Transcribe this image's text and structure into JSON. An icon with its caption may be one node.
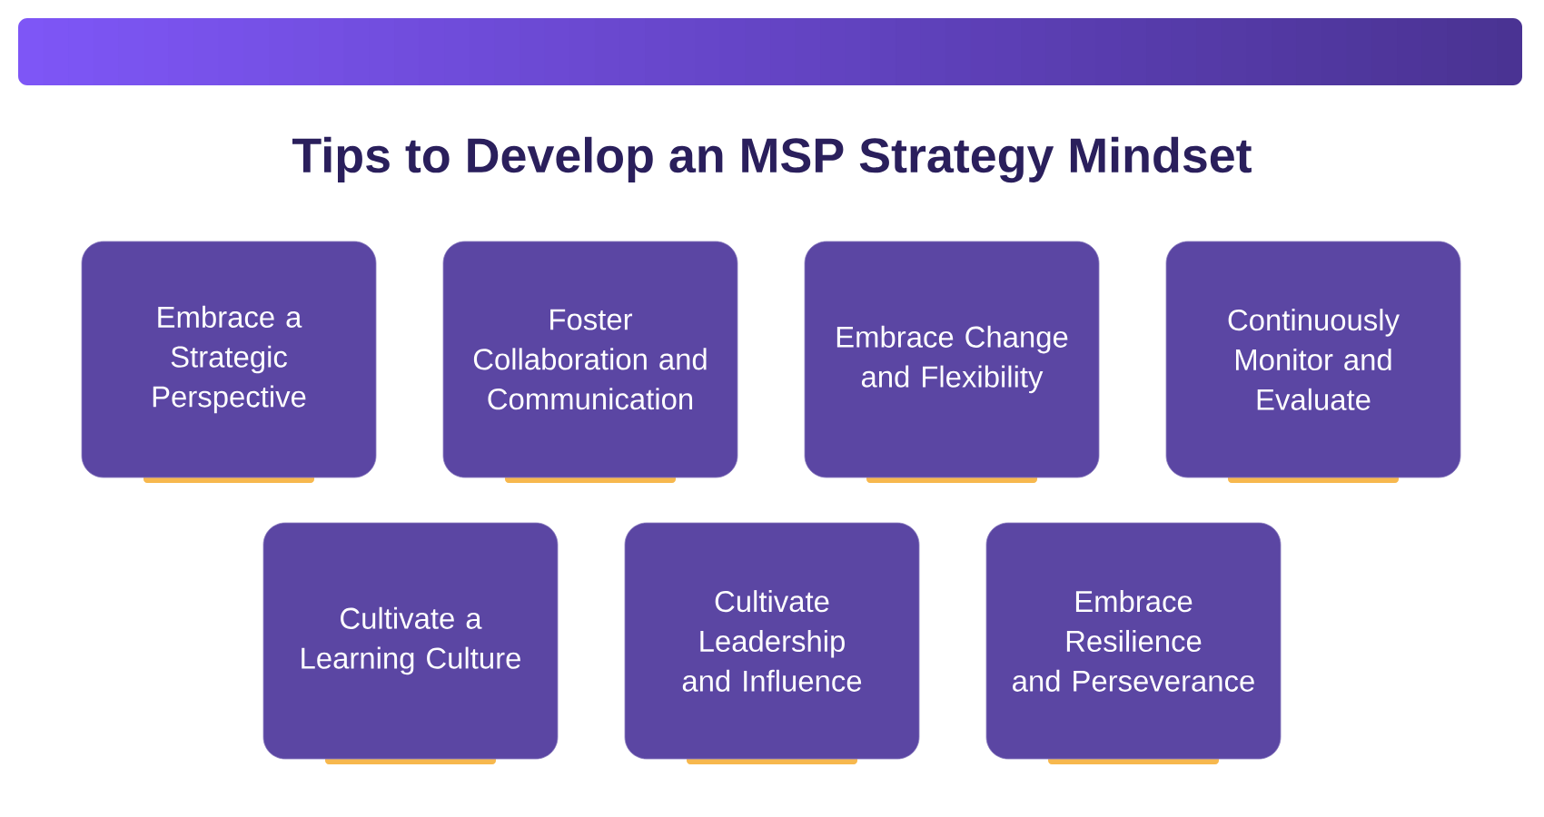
{
  "diagram": {
    "title": "Tips to Develop an MSP Strategy Mindset",
    "nodes": [
      {
        "text": [
          "Embrace a Strategic Perspective"
        ]
      },
      {
        "text": [
          "Foster Collaboration and Communication"
        ]
      },
      {
        "text": [
          "Embrace Change and Flexibility"
        ]
      },
      {
        "text": [
          "Continuously Monitor and Evaluate"
        ]
      },
      {
        "text": [
          "Cultivate a Learning Culture"
        ]
      },
      {
        "text": [
          "Cultivate Leadership and Influence"
        ]
      },
      {
        "text": [
          "Embrace Resilience and Perseverance"
        ]
      }
    ]
  }
}
